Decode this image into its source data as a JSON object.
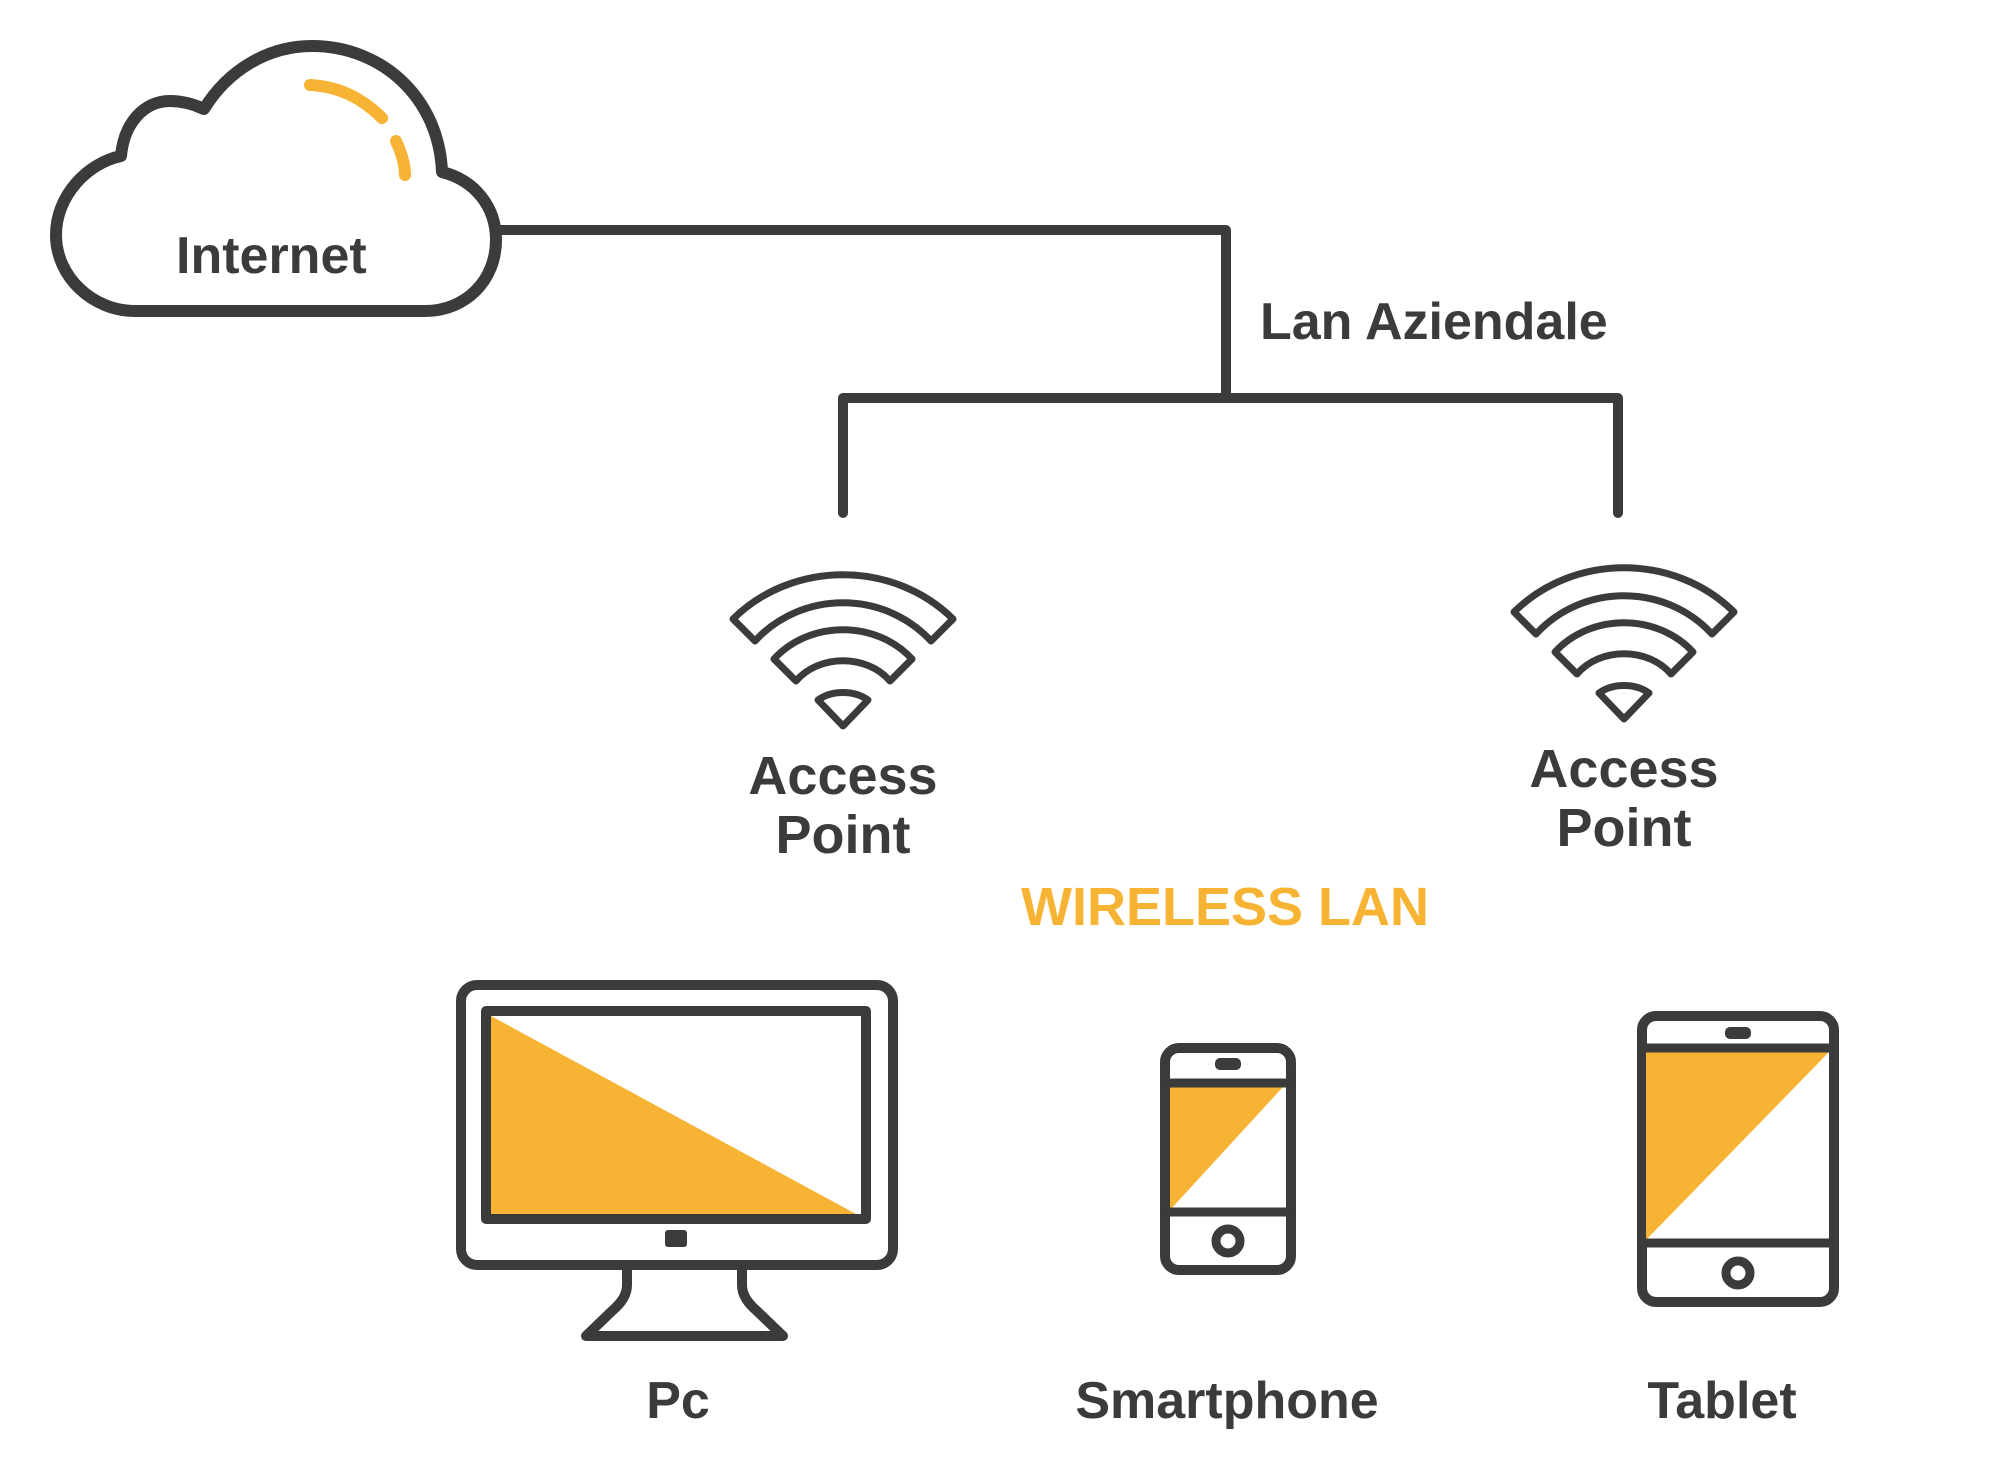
{
  "colors": {
    "stroke": "#3b3b3b",
    "accent": "#f7b334",
    "background": "#ffffff"
  },
  "internet": {
    "label": "Internet",
    "icon": "cloud-icon"
  },
  "network": {
    "label": "Lan Aziendale"
  },
  "access_points": [
    {
      "line1": "Access",
      "line2": "Point",
      "icon": "wifi-icon"
    },
    {
      "line1": "Access",
      "line2": "Point",
      "icon": "wifi-icon"
    }
  ],
  "wireless": {
    "label": "WIRELESS LAN"
  },
  "devices": [
    {
      "label": "Pc",
      "icon": "monitor-icon"
    },
    {
      "label": "Smartphone",
      "icon": "smartphone-icon"
    },
    {
      "label": "Tablet",
      "icon": "tablet-icon"
    }
  ]
}
